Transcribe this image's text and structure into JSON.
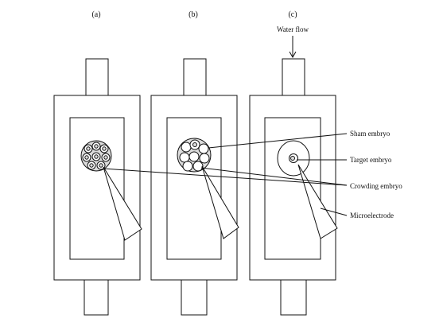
{
  "panels": [
    {
      "label": "(a)"
    },
    {
      "label": "(b)"
    },
    {
      "label": "(c)"
    }
  ],
  "water_flow_label": "Water flow",
  "callouts": {
    "sham": "Sham embryo",
    "target": "Target embryo",
    "crowding": "Crowding embryo",
    "electrode": "Microelectrode"
  },
  "colors": {
    "stroke": "#111111",
    "dish": "#dcdcdc",
    "background": "#ffffff"
  }
}
